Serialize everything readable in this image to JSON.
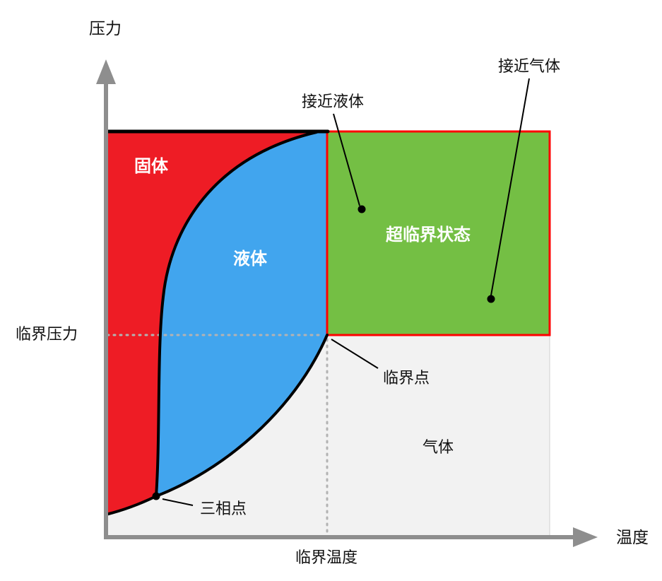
{
  "diagram": {
    "type": "phase-diagram",
    "axes": {
      "y_label": "压力",
      "x_label": "温度"
    },
    "regions": {
      "solid": {
        "label": "固体",
        "color": "#ee1c25",
        "text_color": "#ffffff"
      },
      "liquid": {
        "label": "液体",
        "color": "#41a5ee",
        "text_color": "#ffffff"
      },
      "gas": {
        "label": "气体",
        "color": "#f2f2f2",
        "text_color": "#111111"
      },
      "supercritical": {
        "label": "超临界状态",
        "color": "#74bf44",
        "text_color": "#ffffff",
        "border_color": "#ff0000"
      }
    },
    "annotations": {
      "critical_pressure": {
        "label": "临界压力"
      },
      "critical_temperature": {
        "label": "临界温度"
      },
      "critical_point": {
        "label": "临界点"
      },
      "triple_point": {
        "label": "三相点"
      },
      "near_liquid": {
        "label": "接近液体"
      },
      "near_gas": {
        "label": "接近气体"
      }
    },
    "colors": {
      "axis": "#8e8e8e",
      "curve": "#000000",
      "dotted_line": "#b3b3b3",
      "pointer_line": "#000000",
      "background": "#ffffff"
    }
  }
}
